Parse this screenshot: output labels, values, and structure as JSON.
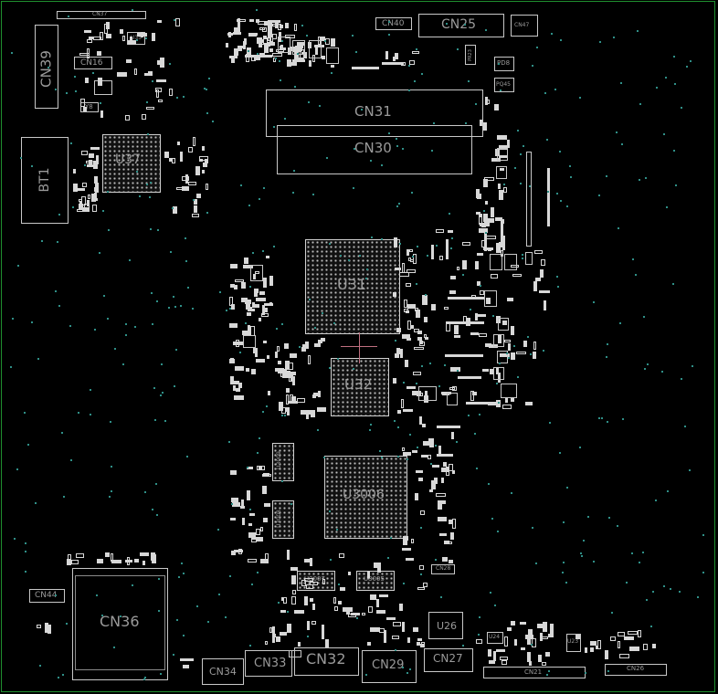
{
  "board": {
    "frame_color": "#1f8f2f",
    "background": "#000000",
    "silk_color": "#c8c8c8",
    "via_color": "#2f8f87"
  },
  "labels": {
    "cn37": "CN37",
    "cn39": "CN39",
    "cn16": "CN16",
    "u35": "U35",
    "y8": "Y8",
    "u37": "U37",
    "bt1": "BT1",
    "cn40": "CN40",
    "cn25": "CN25",
    "cn47": "CN47",
    "pd8": "PD8",
    "pq45": "PQ45",
    "cn31": "CN31",
    "cn30": "CN30",
    "u31": "U31",
    "u32": "U32",
    "u3006": "U3006",
    "u3009": "U3009",
    "u3008": "U3008",
    "u3007": "U3007",
    "u3005": "U3005",
    "cn28": "CN28",
    "cn44": "CN44",
    "cn36": "CN36",
    "cn34": "CN34",
    "cn33": "CN33",
    "cn32": "CN32",
    "cn29": "CN29",
    "cn27": "CN27",
    "u26": "U26",
    "u24": "U24",
    "u23": "U23",
    "cn21": "CN21",
    "cn26": "CN26",
    "pr23": "PR23"
  }
}
